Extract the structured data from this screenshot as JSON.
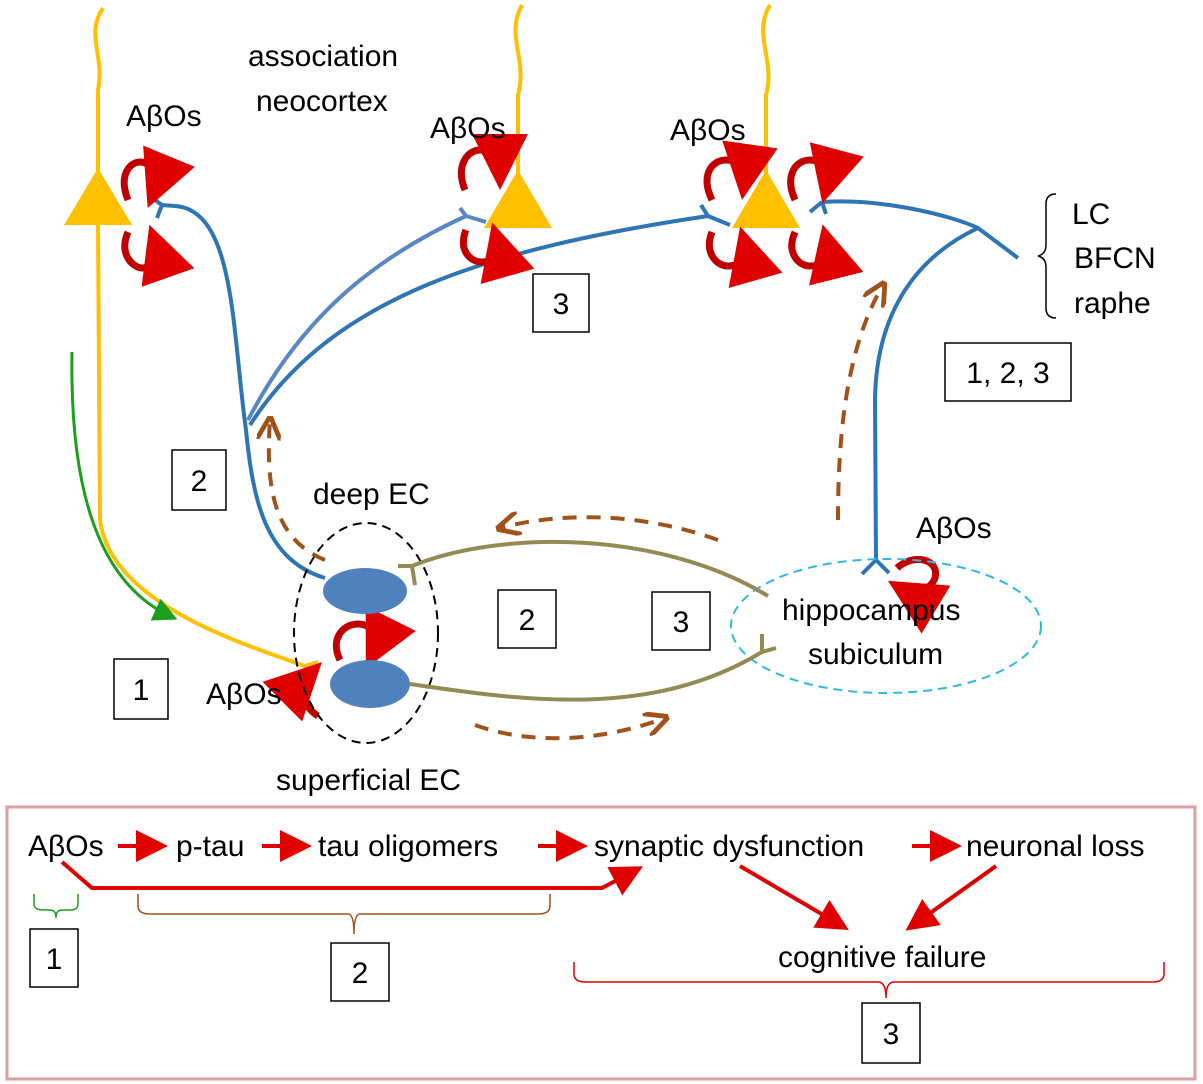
{
  "colors": {
    "neocortex_neuron": "#FFC000",
    "blue_axon": "#2E75B6",
    "ec_cell": "#4F81BD",
    "perforant_path": "#948A54",
    "abeta_arrow": "#E00000",
    "spread_arrow": "#A0521A",
    "green_arrow": "#1E9E1E",
    "hippocampus_outline": "#2EB8E6",
    "panel_border": "#D9A0A0"
  },
  "labels": {
    "association": "association",
    "neocortex": "neocortex",
    "abos_1": "AβOs",
    "abos_2": "AβOs",
    "abos_3": "AβOs",
    "abos_hippo": "AβOs",
    "abos_ec": "AβOs",
    "lc": "LC",
    "bfcn": "BFCN",
    "raphe": "raphe",
    "deep_ec": "deep EC",
    "superficial_ec": "superficial EC",
    "hippocampus": "hippocampus",
    "subiculum": "subiculum"
  },
  "boxes": {
    "b3_top": "3",
    "b123": "1, 2, 3",
    "b2_left": "2",
    "b2_mid": "2",
    "b3_mid": "3",
    "b1_left": "1"
  },
  "cascade": {
    "abos": "AβOs",
    "ptau": "p-tau",
    "tau_oligomers": "tau oligomers",
    "synaptic": "synaptic dysfunction",
    "neuronal_loss": "neuronal loss",
    "cognitive": "cognitive failure",
    "stage1": "1",
    "stage2": "2",
    "stage3": "3"
  }
}
